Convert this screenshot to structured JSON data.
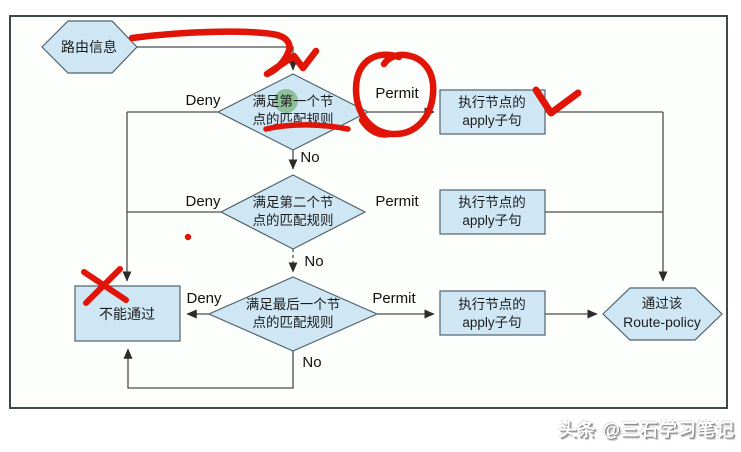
{
  "flowchart": {
    "start": {
      "label": "路由信息"
    },
    "decisions": [
      {
        "line1": "满足第一个节",
        "line2": "点的匹配规则"
      },
      {
        "line1": "满足第二个节",
        "line2": "点的匹配规则"
      },
      {
        "line1": "满足最后一个节",
        "line2": "点的匹配规则"
      }
    ],
    "apply_boxes": [
      {
        "line1": "执行节点的",
        "line2": "apply子句"
      },
      {
        "line1": "执行节点的",
        "line2": "apply子句"
      },
      {
        "line1": "执行节点的",
        "line2": "apply子句"
      }
    ],
    "fail": {
      "label": "不能通过"
    },
    "pass": {
      "line1": "通过该",
      "line2": "Route-policy"
    },
    "labels": {
      "deny": "Deny",
      "permit": "Permit",
      "no": "No"
    }
  },
  "annotations": {
    "pen_color": "#e01407",
    "highlight_color": "#55a14b",
    "marks": [
      "red-arrow-scribble-from-start-to-first-decision",
      "red-circle-around-permit",
      "red-checkmark-beside-apply-box",
      "red-underline-under-match-rule",
      "red-x-on-fail-box",
      "red-dot",
      "green-highlight-on-character"
    ]
  },
  "watermark": {
    "text": "头条 @三石学习笔记"
  },
  "colors": {
    "shape_fill": "#cfe7f5",
    "shape_stroke": "#51626c",
    "flow_line": "#4d4d4d",
    "frame_stroke": "#3f4a47",
    "frame_fill": "#fcfefc"
  }
}
